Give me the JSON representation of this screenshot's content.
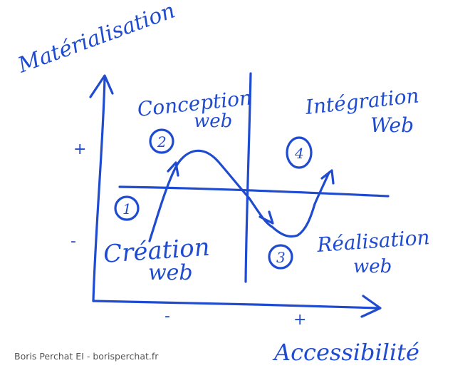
{
  "axes": {
    "y_label": "Matérialisation",
    "x_label": "Accessibilité",
    "y_plus": "+",
    "y_minus": "-",
    "x_minus": "-",
    "x_plus": "+"
  },
  "quadrants": [
    {
      "number": "1",
      "line1": "Création",
      "line2": "web"
    },
    {
      "number": "2",
      "line1": "Conception",
      "line2": "web"
    },
    {
      "number": "3",
      "line1": "Réalisation",
      "line2": "web"
    },
    {
      "number": "4",
      "line1": "Intégration",
      "line2": "Web"
    }
  ],
  "footer": "Boris Perchat EI - borisperchat.fr",
  "ink_color": "#1f4bd1"
}
